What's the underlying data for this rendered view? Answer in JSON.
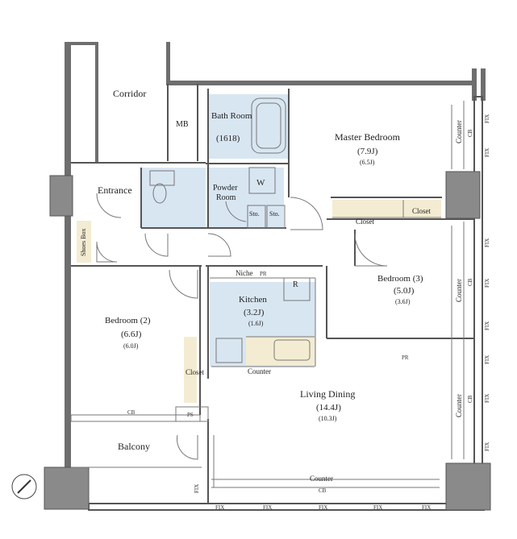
{
  "rooms": {
    "corridor": "Corridor",
    "mb": "MB",
    "bath_room": "Bath Room",
    "bath_size": "(1618)",
    "master_bedroom": "Master Bedroom",
    "master_size": "(7.9J)",
    "master_size_sub": "(6.5J)",
    "entrance": "Entrance",
    "powder_room_1": "Powder",
    "powder_room_2": "Room",
    "w": "W",
    "sto1": "Sto.",
    "sto2": "Sto.",
    "closet_master": "Closet",
    "closet_master2": "Closet",
    "shoes_box": "Shoes Box",
    "niche": "Niche",
    "pr": "PR",
    "r": "R",
    "kitchen": "Kitchen",
    "kitchen_size": "(3.2J)",
    "kitchen_size_sub": "(1.6J)",
    "bedroom3": "Bedroom (3)",
    "bedroom3_size": "(5.0J)",
    "bedroom3_size_sub": "(3.6J)",
    "bedroom2": "Bedroom (2)",
    "bedroom2_size": "(6.6J)",
    "bedroom2_size_sub": "(6.0J)",
    "closet_b2": "Closet",
    "counter_kitchen": "Counter",
    "pr2": "PR",
    "living_dining": "Living Dining",
    "living_size": "(14.4J)",
    "living_size_sub": "(10.3J)",
    "cb": "CB",
    "ps": "PS",
    "balcony": "Balcony",
    "counter_bottom": "Counter",
    "cb_bottom": "CB",
    "counter_right1": "Counter",
    "counter_right2": "Counter",
    "counter_right3": "Counter",
    "cb_right1": "CB",
    "cb_right2": "CB",
    "cb_right3": "CB",
    "fix": "FIX"
  }
}
